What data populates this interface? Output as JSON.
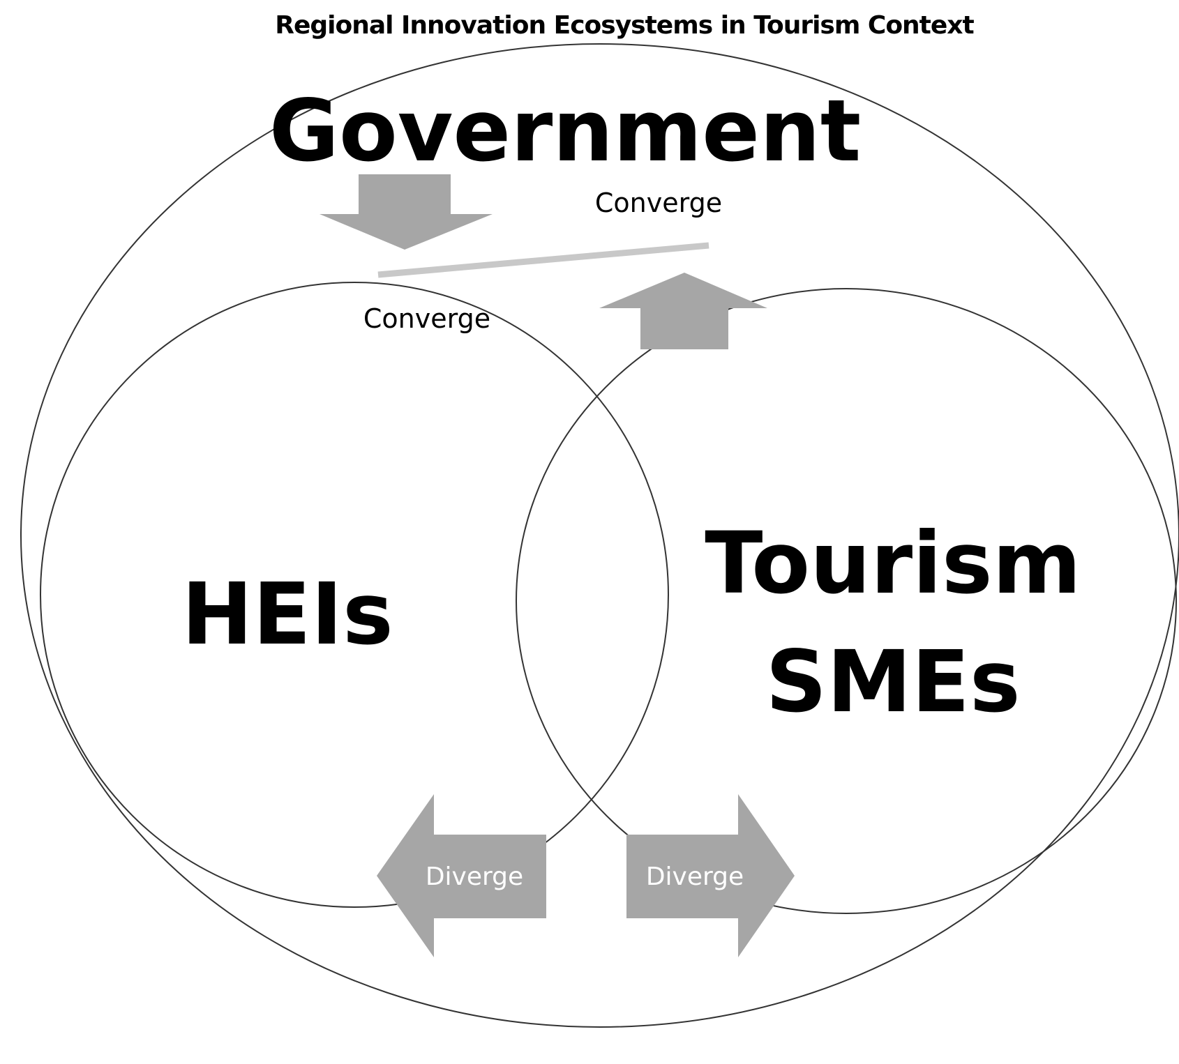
{
  "diagram": {
    "title": "Regional Innovation Ecosystems in Tourism Context",
    "nodes": {
      "government": "Government",
      "heis": "HEIs",
      "tourism_smes": [
        "Tourism",
        "SMEs"
      ]
    },
    "labels": {
      "converge_top": "Converge",
      "converge_left": "Converge",
      "diverge_left": "Diverge",
      "diverge_right": "Diverge"
    },
    "colors": {
      "stroke": "#333333",
      "arrow_fill": "#a6a6a6",
      "converge_line": "#c8c8c8",
      "arrow_text": "#ffffff",
      "text": "#000000"
    }
  }
}
